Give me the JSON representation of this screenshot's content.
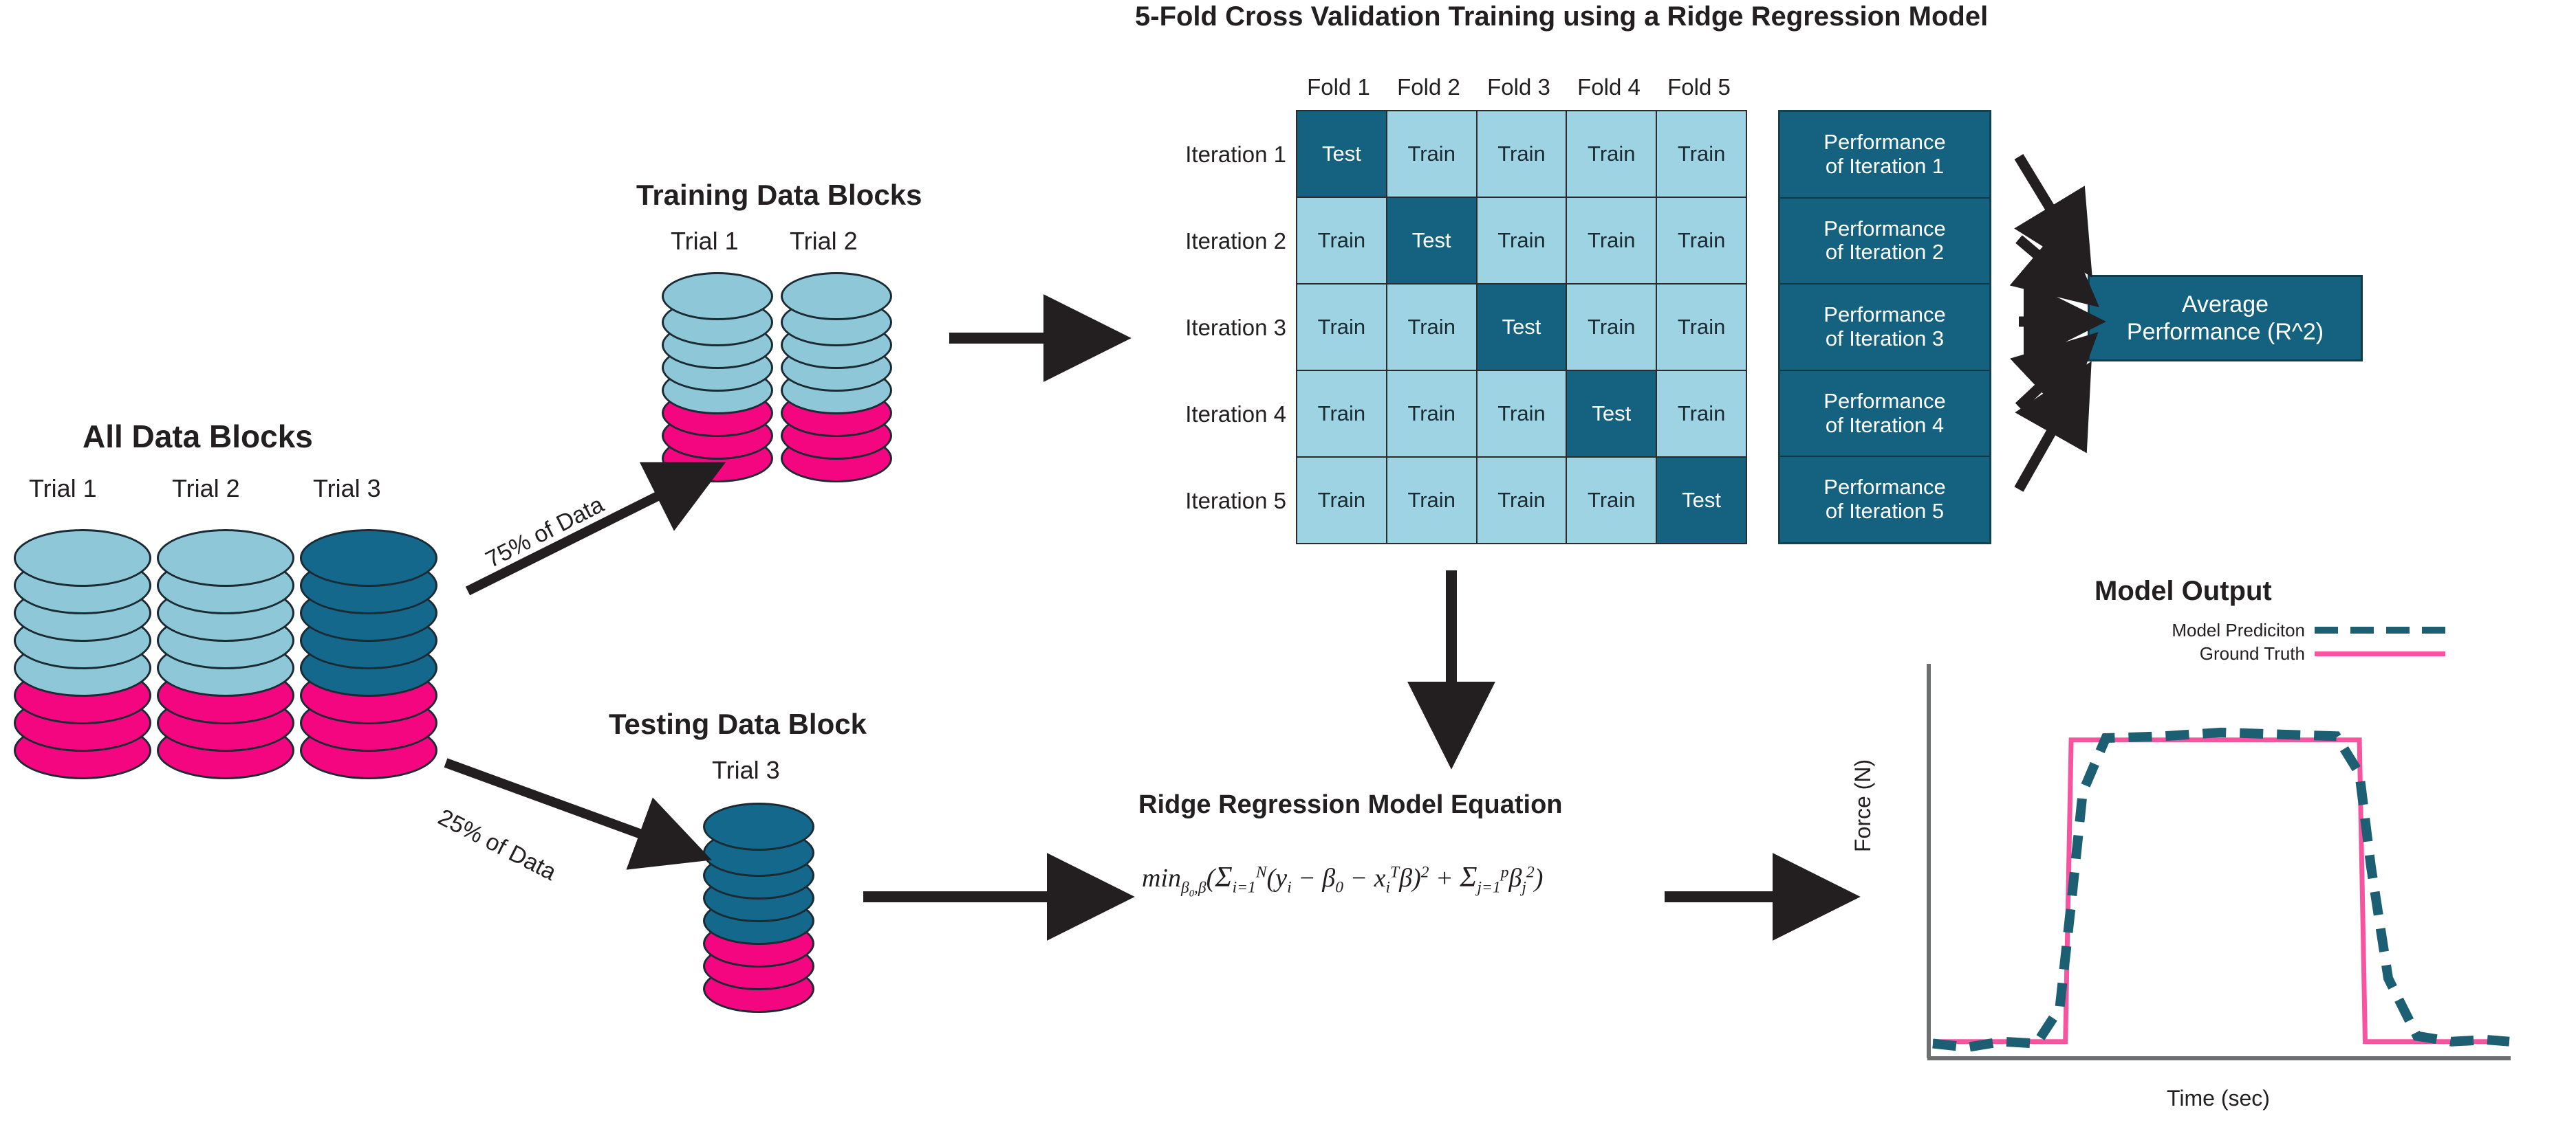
{
  "colors": {
    "light_blue": "#9ed3e3",
    "dark_teal": "#14627f",
    "pink": "#f3067f",
    "prediction_line": "#1d5f72",
    "ground_truth_line": "#f7539f",
    "text": "#231f20"
  },
  "cv_section": {
    "title": "5-Fold Cross Validation Training using a Ridge Regression Model",
    "fold_headers": [
      "Fold 1",
      "Fold 2",
      "Fold 3",
      "Fold 4",
      "Fold 5"
    ],
    "iteration_labels": [
      "Iteration 1",
      "Iteration 2",
      "Iteration 3",
      "Iteration 4",
      "Iteration 5"
    ],
    "grid": [
      [
        "Test",
        "Train",
        "Train",
        "Train",
        "Train"
      ],
      [
        "Train",
        "Test",
        "Train",
        "Train",
        "Train"
      ],
      [
        "Train",
        "Train",
        "Test",
        "Train",
        "Train"
      ],
      [
        "Train",
        "Train",
        "Train",
        "Test",
        "Train"
      ],
      [
        "Train",
        "Train",
        "Train",
        "Train",
        "Test"
      ]
    ],
    "performance_boxes": [
      {
        "line1": "Performance",
        "line2": "of Iteration 1"
      },
      {
        "line1": "Performance",
        "line2": "of Iteration 2"
      },
      {
        "line1": "Performance",
        "line2": "of Iteration 3"
      },
      {
        "line1": "Performance",
        "line2": "of Iteration 4"
      },
      {
        "line1": "Performance",
        "line2": "of Iteration 5"
      }
    ],
    "average_box": {
      "line1": "Average",
      "line2": "Performance (R^2)"
    }
  },
  "all_data": {
    "title": "All Data Blocks",
    "trials": [
      "Trial 1",
      "Trial 2",
      "Trial 3"
    ]
  },
  "training_data": {
    "title": "Training Data Blocks",
    "trials": [
      "Trial 1",
      "Trial 2"
    ]
  },
  "testing_data": {
    "title": "Testing Data Block",
    "trials": [
      "Trial 3"
    ]
  },
  "split_labels": {
    "train_split": "75% of Data",
    "test_split": "25% of Data"
  },
  "equation_section": {
    "title": "Ridge Regression Model Equation",
    "equation_plain": "min_{β0,β} ( Σ_{i=1}^{N} (y_i − β0 − x_i^T β)^2 + Σ_{j=1}^{p} β_j^2 )"
  },
  "chart_data": {
    "type": "line",
    "title": "Model Output",
    "xlabel": "Time (sec)",
    "ylabel": "Force (N)",
    "grid": false,
    "legend_position": "top-right",
    "xlim": [
      0,
      10
    ],
    "ylim": [
      0,
      10
    ],
    "series": [
      {
        "name": "Model Prediciton",
        "style": "dashed",
        "color": "#1d5f72",
        "x": [
          0,
          0.6,
          1.2,
          1.8,
          2.2,
          2.4,
          2.6,
          3.0,
          4.0,
          5.0,
          6.0,
          7.0,
          7.4,
          7.6,
          7.9,
          8.4,
          9.0,
          9.6,
          10.0
        ],
        "y": [
          0.25,
          0.15,
          0.3,
          0.25,
          1.2,
          4.0,
          7.0,
          8.45,
          8.5,
          8.6,
          8.55,
          8.5,
          7.5,
          5.0,
          2.0,
          0.45,
          0.3,
          0.35,
          0.3
        ]
      },
      {
        "name": "Ground Truth",
        "style": "solid",
        "color": "#f7539f",
        "x": [
          0,
          2.3,
          2.4,
          7.4,
          7.5,
          10.0
        ],
        "y": [
          0.3,
          0.3,
          8.4,
          8.4,
          0.3,
          0.3
        ]
      }
    ]
  },
  "stacks": {
    "all": [
      {
        "label": "Trial 1",
        "top_color": "light_blue",
        "top_count": 4,
        "bottom_count": 3
      },
      {
        "label": "Trial 2",
        "top_color": "light_blue",
        "top_count": 4,
        "bottom_count": 3
      },
      {
        "label": "Trial 3",
        "top_color": "dark_teal",
        "top_count": 4,
        "bottom_count": 3
      }
    ],
    "training": [
      {
        "label": "Trial 1",
        "top_color": "light_blue",
        "top_count": 4,
        "bottom_count": 3
      },
      {
        "label": "Trial 2",
        "top_color": "light_blue",
        "top_count": 4,
        "bottom_count": 3
      }
    ],
    "testing": [
      {
        "label": "Trial 3",
        "top_color": "dark_teal",
        "top_count": 4,
        "bottom_count": 3
      }
    ]
  }
}
